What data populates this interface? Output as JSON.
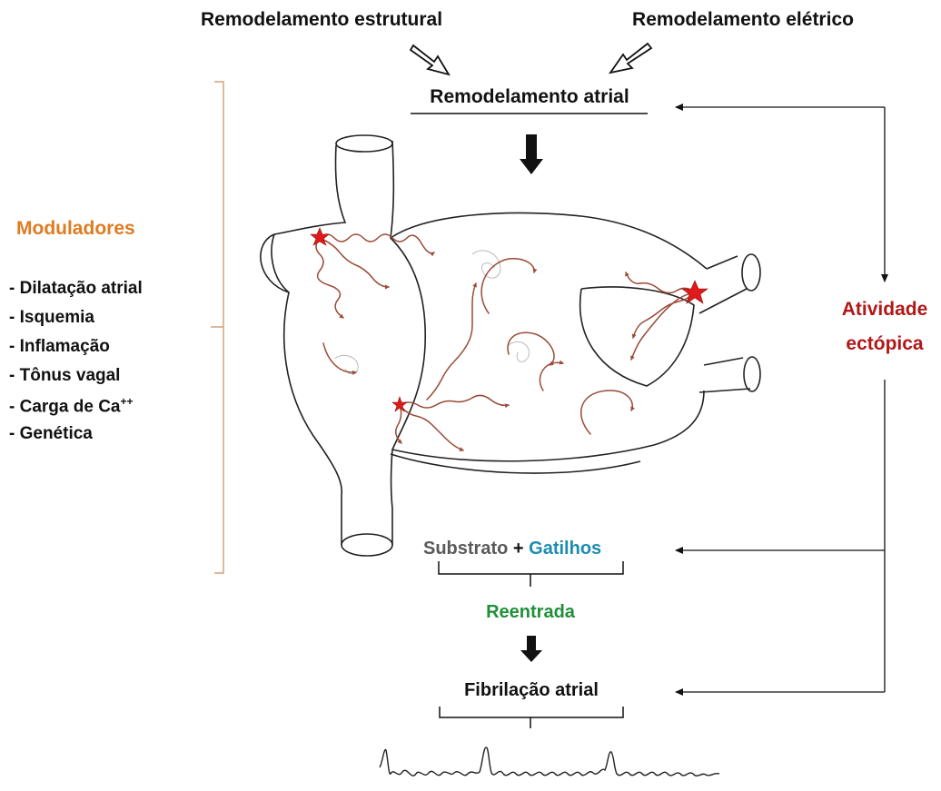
{
  "top": {
    "structural_label": "Remodelamento estrutural",
    "electrical_label": "Remodelamento elétrico",
    "atrial_remodeling_label": "Remodelamento atrial"
  },
  "modulators": {
    "title": "Moduladores",
    "items": [
      "- Dilatação atrial",
      "- Isquemia",
      "- Inflamação",
      "- Tônus vagal",
      "- Carga de Ca",
      "- Genética"
    ],
    "ca_superscript": "++"
  },
  "ectopic": {
    "line1": "Atividade",
    "line2": "ectópica"
  },
  "bottom": {
    "substrate": "Substrato",
    "plus": "+",
    "triggers": "Gatilhos",
    "reentry": "Reentrada",
    "af": "Fibrilação atrial"
  },
  "colors": {
    "modulators_title": "#e07b1f",
    "ectopic_text": "#b01818",
    "substrate_text": "#5a5a5a",
    "triggers_text": "#1d8db0",
    "reentry_text": "#1f8f3a",
    "bracket": "#d6a27a",
    "wave": "#9a4a36",
    "star": "#e01a1a"
  }
}
